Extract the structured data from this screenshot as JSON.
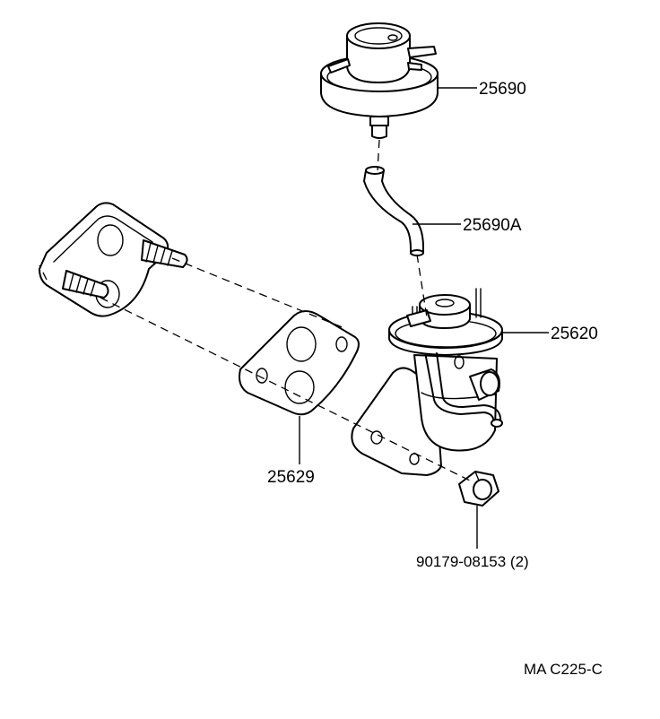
{
  "diagram": {
    "parts": [
      {
        "key": "modulator",
        "number": "25690"
      },
      {
        "key": "hose",
        "number": "25690A"
      },
      {
        "key": "egr_valve",
        "number": "25620"
      },
      {
        "key": "gasket",
        "number": "25629"
      },
      {
        "key": "nut",
        "number": "90179-08153 (2)"
      }
    ],
    "reference_code": "MA C225-C"
  }
}
